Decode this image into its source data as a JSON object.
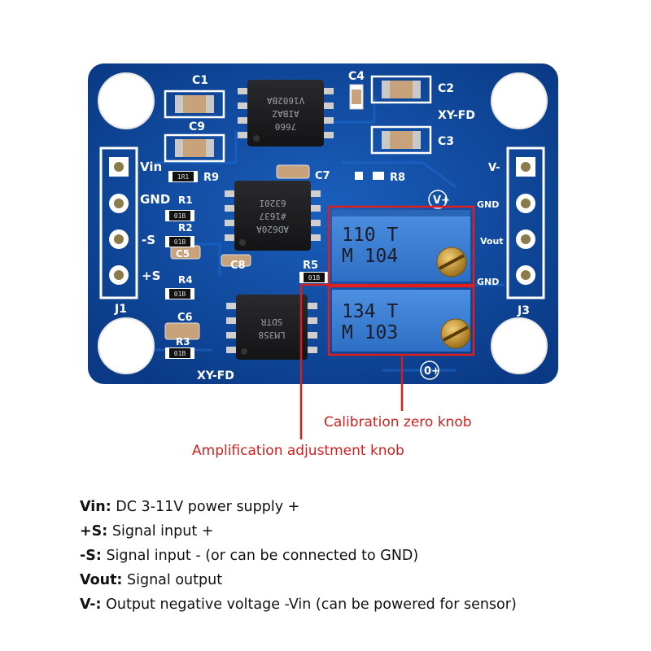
{
  "board": {
    "silkscreen": {
      "c1": "C1",
      "c9": "C9",
      "c4": "C4",
      "c2": "C2",
      "c3": "C3",
      "brand_top": "XY-FD",
      "brand_bottom": "XY-FD",
      "vin": "Vin",
      "r9": "R9",
      "c7": "C7",
      "r8": "R8",
      "gnd_left": "GND",
      "r1": "R1",
      "minus_s": "-S",
      "r2": "R2",
      "c5": "C5",
      "plus_s": "+S",
      "r4": "R4",
      "c8": "C8",
      "r5": "R5",
      "c6": "C6",
      "r3": "R3",
      "j1": "J1",
      "j3": "J3",
      "v_minus": "V-",
      "gnd_right_1": "GND",
      "vout": "Vout",
      "gnd_right_2": "GND",
      "v_plus_symbol": "V+",
      "zero_symbol": "0+"
    },
    "chips": {
      "top": [
        "7660",
        "AIBAZ",
        "V1602BA"
      ],
      "middle": [
        "AD620A",
        "#1637",
        "6320I"
      ],
      "bottom": [
        "LM358",
        "SDTR"
      ]
    },
    "resistor_codes": {
      "r9": "1R1",
      "r1": "01B",
      "r2": "01B",
      "r4": "01B",
      "r5": "01B",
      "r3": "01B"
    },
    "pots": {
      "upper": {
        "line1": "110 T",
        "line2": "M 104"
      },
      "lower": {
        "line1": "134 T",
        "line2": "M 103"
      }
    }
  },
  "callouts": {
    "zero": "Calibration zero knob",
    "gain": "Amplification adjustment knob",
    "color": "#d21f1f"
  },
  "legend": [
    {
      "key": "Vin:",
      "text": "DC 3-11V power supply +"
    },
    {
      "key": "+S:",
      "text": "Signal input +"
    },
    {
      "key": "-S:",
      "text": "Signal input -  (or can be connected to GND)"
    },
    {
      "key": "Vout:",
      "text": "Signal output"
    },
    {
      "key": "V-:",
      "text": "Output negative voltage -Vin (can be powered for sensor)"
    }
  ],
  "colors": {
    "pcb": "#0b4a9e",
    "pcb_dark": "#0a3b80",
    "pot": "#3a7fd6",
    "chip": "#1f1f22"
  }
}
